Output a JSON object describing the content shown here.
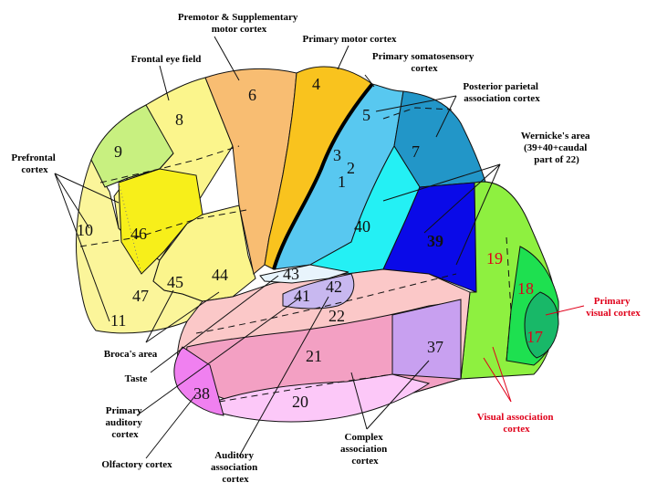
{
  "colors": {
    "prefrontal": "#fbf59a",
    "frontal_eye": "#fbf58c",
    "area9": "#c8f080",
    "area46": "#f7ef1a",
    "premotor": "#f8bd72",
    "motor": "#f9c31e",
    "somatosensory": "#58c8f0",
    "posterior_parietal": "#2296c8",
    "area40": "#24f0f4",
    "area39": "#0a0ae8",
    "visual_assoc": "#8ef040",
    "visual_18": "#1ee050",
    "visual_17": "#18b868",
    "temporal_light": "#fbc8c8",
    "temporal_mid": "#f3a0c3",
    "temporal_lower": "#fcc8f8",
    "area37": "#c8a0f0",
    "area38": "#f080f0",
    "area41": "#c8b8f0",
    "area43": "#e8f4fc",
    "accent_red": "#e0001a"
  },
  "labels": {
    "premotor": [
      "Premotor & Supplementary",
      "motor cortex"
    ],
    "frontal_eye": [
      "Frontal eye field"
    ],
    "primary_motor": [
      "Primary motor cortex"
    ],
    "primary_somatosensory": [
      "Primary somatosensory",
      "cortex"
    ],
    "posterior_parietal": [
      "Posterior parietal",
      "association cortex"
    ],
    "wernicke": [
      "Wernicke's area",
      "(39+40+caudal",
      "part of 22)"
    ],
    "prefrontal": [
      "Prefrontal",
      "cortex"
    ],
    "primary_visual": [
      "Primary",
      "visual cortex"
    ],
    "visual_association": [
      "Visual association",
      "cortex"
    ],
    "broca": [
      "Broca's area"
    ],
    "taste": [
      "Taste"
    ],
    "primary_auditory": [
      "Primary",
      "auditory",
      "cortex"
    ],
    "olfactory": [
      "Olfactory cortex"
    ],
    "auditory_association": [
      "Auditory",
      "association",
      "cortex"
    ],
    "complex_association": [
      "Complex",
      "association",
      "cortex"
    ]
  },
  "areas": {
    "a1": "1",
    "a2": "2",
    "a3": "3",
    "a4": "4",
    "a5": "5",
    "a6": "6",
    "a7": "7",
    "a8": "8",
    "a9": "9",
    "a10": "10",
    "a11": "11",
    "a17": "17",
    "a18": "18",
    "a19": "19",
    "a20": "20",
    "a21": "21",
    "a22": "22",
    "a37": "37",
    "a38": "38",
    "a39": "39",
    "a40": "40",
    "a41": "41",
    "a42": "42",
    "a43": "43",
    "a44": "44",
    "a45": "45",
    "a46": "46",
    "a47": "47"
  }
}
